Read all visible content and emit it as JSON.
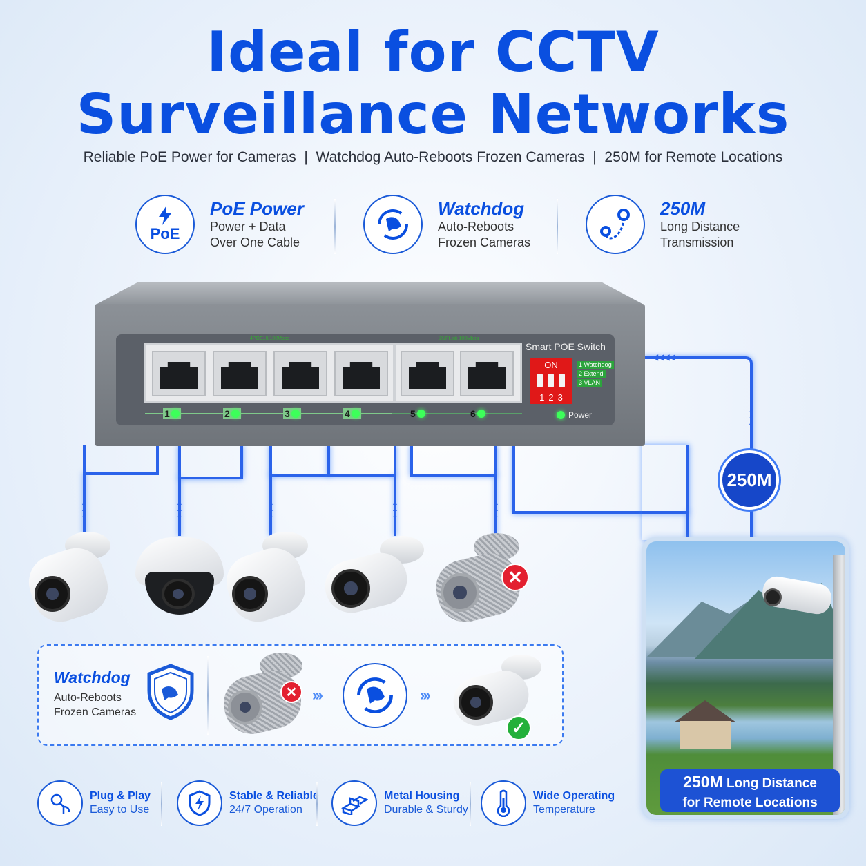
{
  "header": {
    "title_line1": "Ideal for CCTV",
    "title_line2": "Surveillance Networks",
    "subtitle": "Reliable PoE Power for Cameras  |  Watchdog Auto-Reboots Frozen Cameras  |  250M for Remote Locations"
  },
  "features": [
    {
      "icon": "poe-lightning-icon",
      "icon_text": "PoE",
      "title": "PoE Power",
      "line1": "Power + Data",
      "line2": "Over One Cable"
    },
    {
      "icon": "watchdog-dog-icon",
      "title": "Watchdog",
      "line1": "Auto-Reboots",
      "line2": "Frozen Cameras"
    },
    {
      "icon": "route-pin-icon",
      "title": "250M",
      "line1": "Long Distance",
      "line2": "Transmission"
    }
  ],
  "switch": {
    "name": "Smart POE Switch",
    "poe_ports_label": "4POE10/100Mbps",
    "uplink_label": "2UPLink 100Mbps",
    "ports": [
      "1",
      "2",
      "3",
      "4",
      "5",
      "6"
    ],
    "dip_on": "ON",
    "dip_numbers": "123",
    "dip_labels": [
      "1 Watchdog",
      "2 Extend",
      "3 VLAN"
    ],
    "power_label": "Power"
  },
  "distance_badge": "250M",
  "watchdog_panel": {
    "title": "Watchdog",
    "line1": "Auto-Reboots",
    "line2": "Frozen Cameras"
  },
  "remote": {
    "caption_big": "250M",
    "caption_rest": " Long Distance",
    "caption_line2": "for Remote Locations"
  },
  "bottom_features": [
    {
      "icon": "plug-icon",
      "title": "Plug & Play",
      "desc": "Easy to Use"
    },
    {
      "icon": "shield-bolt-icon",
      "title": "Stable & Reliable",
      "desc": "24/7 Operation"
    },
    {
      "icon": "metal-bars-icon",
      "title": "Metal Housing",
      "desc": "Durable & Sturdy"
    },
    {
      "icon": "thermometer-icon",
      "title": "Wide Operating",
      "desc": "Temperature"
    }
  ],
  "colors": {
    "accent": "#0a4fe0",
    "cable": "#2b63ea",
    "alert": "#e32030",
    "ok": "#23b03a"
  }
}
